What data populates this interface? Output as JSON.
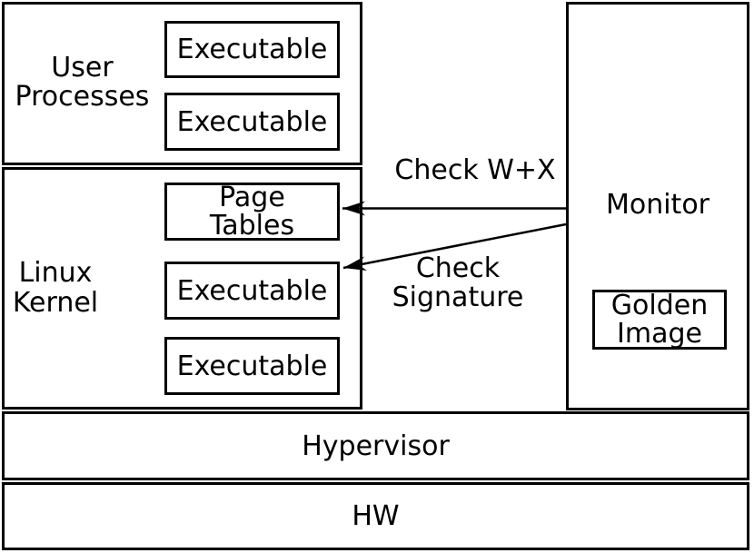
{
  "layers": {
    "user_processes": {
      "label": "User\nProcesses",
      "executables": [
        "Executable",
        "Executable"
      ]
    },
    "linux_kernel": {
      "label": "Linux\nKernel",
      "page_tables": "Page\nTables",
      "executables": [
        "Executable",
        "Executable"
      ]
    },
    "monitor": {
      "label": "Monitor",
      "golden_image": "Golden\nImage"
    },
    "hypervisor": {
      "label": "Hypervisor"
    },
    "hw": {
      "label": "HW"
    }
  },
  "arrows": {
    "check_wx": {
      "label": "Check W+X",
      "from": "Monitor",
      "to": "Page Tables"
    },
    "check_signature": {
      "label": "Check\nSignature",
      "from": "Monitor",
      "to": "Executable"
    }
  },
  "colors": {
    "line": "#000000",
    "background": "#ffffff",
    "text": "#000000"
  }
}
